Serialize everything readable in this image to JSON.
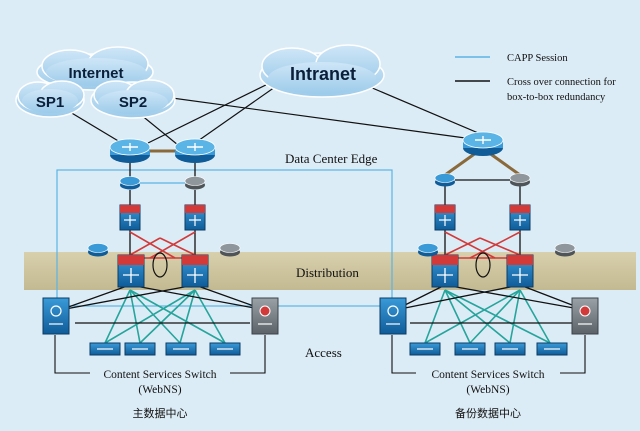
{
  "clouds": {
    "internet": "Internet",
    "sp1": "SP1",
    "sp2": "SP2",
    "intranet": "Intranet"
  },
  "legend": {
    "capp": "CAPP Session",
    "crossover_line1": "Cross over connection for",
    "crossover_line2": "box-to-box redundancy"
  },
  "layers": {
    "edge": "Data Center Edge",
    "distribution": "Distribution",
    "access": "Access"
  },
  "primary": {
    "switch_line1": "Content Services Switch",
    "switch_line2": "(WebNS)",
    "caption": "主数据中心"
  },
  "backup": {
    "switch_line1": "Content Services Switch",
    "switch_line2": "(WebNS)",
    "caption": "备份数据中心"
  },
  "colors": {
    "background": "#dcecf6",
    "band": "#cfc7a4",
    "capp_line": "#5ab4e6",
    "crossover_line": "#111111",
    "link_red": "#d23a3a",
    "link_teal": "#25a59b",
    "device_blue": "#1a78c2"
  }
}
